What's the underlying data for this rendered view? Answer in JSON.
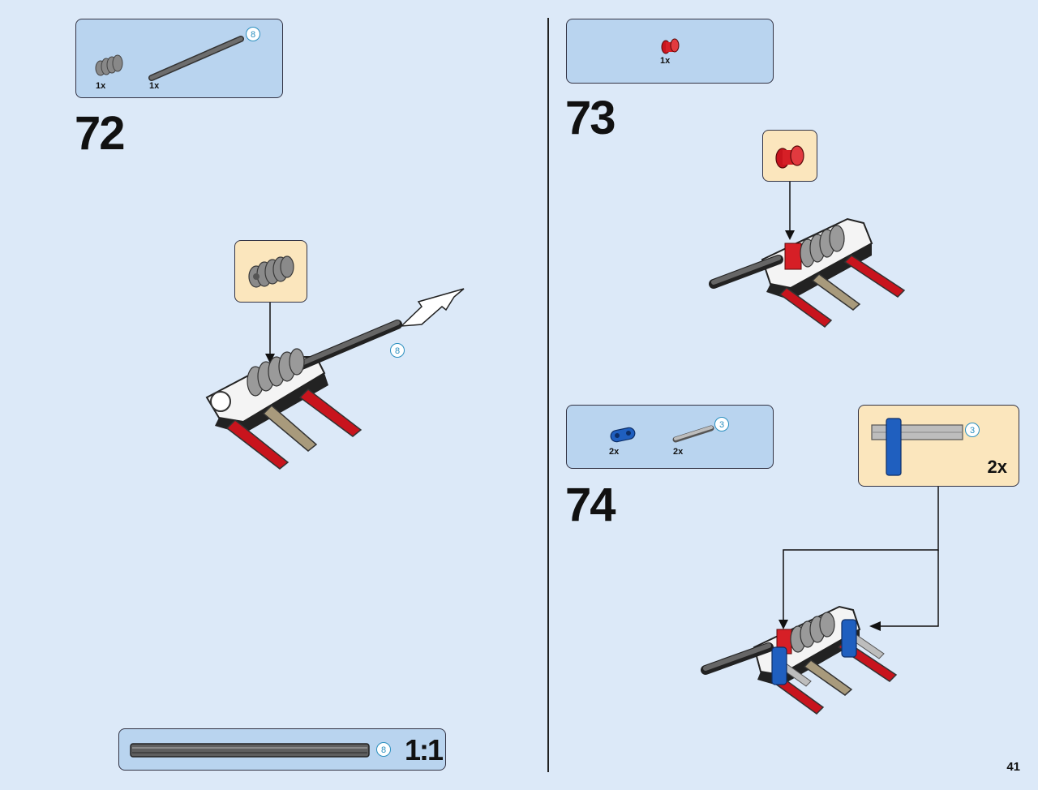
{
  "page": {
    "number": "41"
  },
  "steps": [
    {
      "number": "72",
      "parts": [
        {
          "qty": "1x",
          "part": "worm-gear"
        },
        {
          "qty": "1x",
          "part": "axle",
          "length": "8"
        }
      ],
      "callout": {
        "part": "worm-gear"
      },
      "model_length_badge": "8"
    },
    {
      "number": "73",
      "parts": [
        {
          "qty": "1x",
          "part": "red-bush"
        }
      ],
      "callout": {
        "part": "red-bush"
      }
    },
    {
      "number": "74",
      "parts": [
        {
          "qty": "2x",
          "part": "blue-beam-2"
        },
        {
          "qty": "2x",
          "part": "axle",
          "length": "3"
        }
      ],
      "callout": {
        "qty": "2x",
        "length": "3"
      }
    }
  ],
  "scale_ruler": {
    "length": "8",
    "label": "1:1"
  },
  "colors": {
    "background": "#dce9f8",
    "parts_box": "#b9d4ef",
    "callout_box": "#fbe6bd",
    "length_badge": "#2a8fbf"
  }
}
